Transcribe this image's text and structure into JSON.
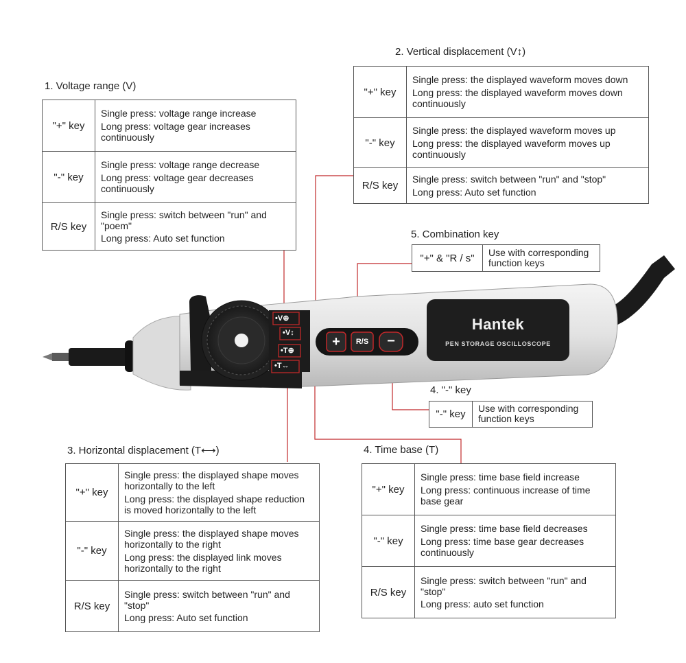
{
  "sections": {
    "voltage": {
      "title": "1. Voltage range (V)",
      "rows": [
        {
          "key": "\"+\" key",
          "lines": [
            "Single press: voltage range increase",
            "Long press: voltage gear increases continuously"
          ]
        },
        {
          "key": "\"-\" key",
          "lines": [
            "Single press: voltage range decrease",
            "Long press: voltage gear decreases continuously"
          ]
        },
        {
          "key": "R/S key",
          "lines": [
            "Single press: switch between \"run\" and \"poem\"",
            "Long press: Auto set function"
          ]
        }
      ]
    },
    "vertical": {
      "title": "2. Vertical displacement (V↕)",
      "rows": [
        {
          "key": "\"+\" key",
          "lines": [
            "Single press: the displayed waveform moves down",
            "Long press: the displayed waveform moves down continuously"
          ]
        },
        {
          "key": "\"-\" key",
          "lines": [
            "Single press: the displayed waveform moves up",
            "Long press: the displayed waveform moves up continuously"
          ]
        },
        {
          "key": "R/S key",
          "lines": [
            "Single press: switch between \"run\" and \"stop\"",
            "Long press: Auto set function"
          ]
        }
      ]
    },
    "combination": {
      "title": "5. Combination key",
      "rows": [
        {
          "key": "\"+\" & \"R / s\"",
          "lines": [
            "Use with corresponding function keys"
          ]
        }
      ]
    },
    "minus": {
      "title": "4. \"-\" key",
      "rows": [
        {
          "key": "\"-\" key",
          "lines": [
            "Use with corresponding function keys"
          ]
        }
      ]
    },
    "horizontal": {
      "title": "3. Horizontal displacement (T⟷)",
      "rows": [
        {
          "key": "\"+\" key",
          "lines": [
            "Single press: the displayed shape moves horizontally to the left",
            "Long press: the displayed shape reduction is moved horizontally to the left"
          ]
        },
        {
          "key": "\"-\" key",
          "lines": [
            "Single press: the displayed shape moves horizontally to the right",
            "Long press: the displayed link moves horizontally to the right"
          ]
        },
        {
          "key": "R/S key",
          "lines": [
            "Single press: switch between \"run\" and \"stop\"",
            "Long press: Auto set function"
          ]
        }
      ]
    },
    "timebase": {
      "title": "4. Time base (T)",
      "rows": [
        {
          "key": "\"+\" key",
          "lines": [
            "Single press: time base field increase",
            "Long press: continuous increase of time base gear"
          ]
        },
        {
          "key": "\"-\" key",
          "lines": [
            "Single press: time base field decreases",
            "Long press: time base gear decreases continuously"
          ]
        },
        {
          "key": "R/S key",
          "lines": [
            "Single press: switch between \"run\" and \"stop\"",
            "Long press: auto set function"
          ]
        }
      ]
    }
  },
  "device": {
    "brand": "Hantek",
    "subtitle": "PEN STORAGE OSCILLOSCOPE",
    "button_plus": "+",
    "button_rs": "R/S",
    "button_minus": "−",
    "key_labels": [
      "•V⊕",
      "•V↕",
      "•T⊕",
      "•T↔"
    ]
  },
  "colors": {
    "leader": "#c0282a",
    "border": "#555555",
    "body": "#e8e8e8",
    "panel": "#1e1e1e"
  }
}
